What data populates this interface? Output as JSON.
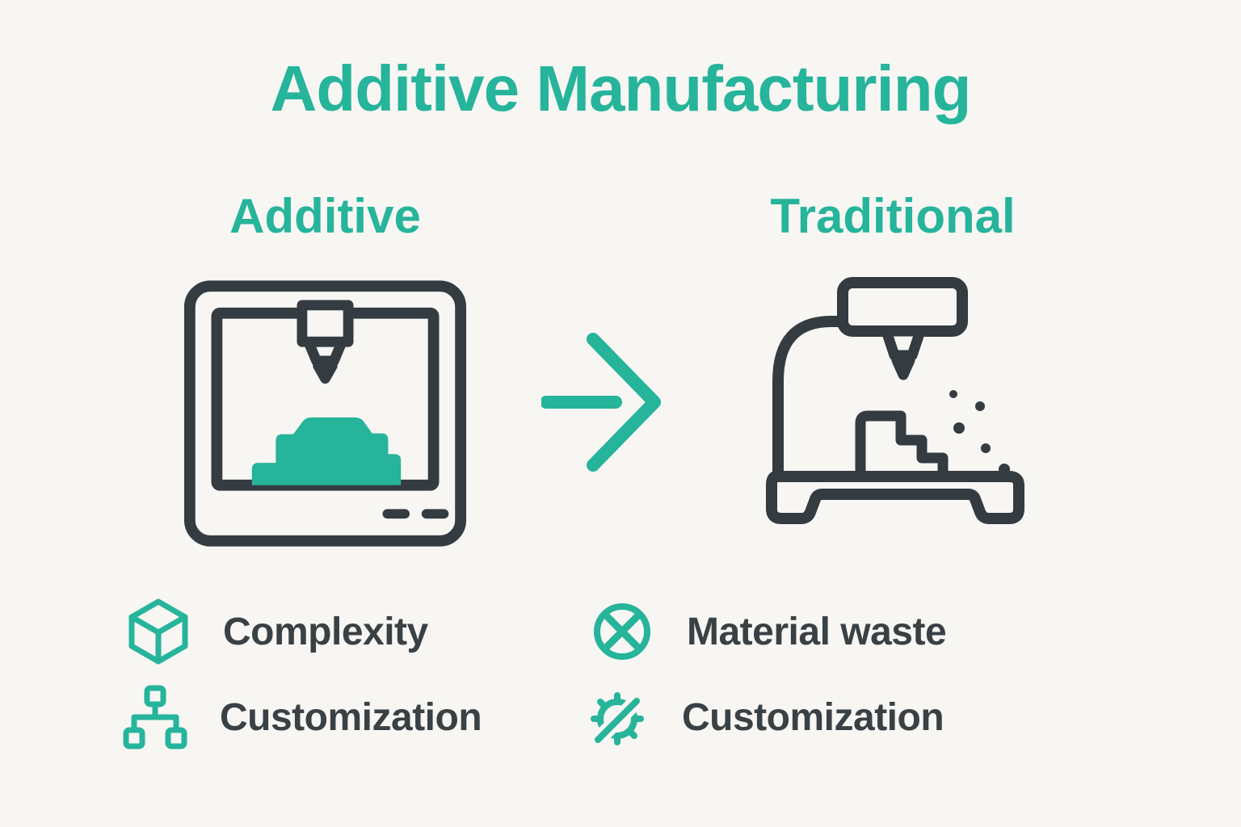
{
  "title": "Additive Manufacturing",
  "colors": {
    "accent": "#26B49B",
    "ink": "#343B41",
    "background": "#F7F6F3"
  },
  "columns": {
    "left": {
      "heading": "Additive",
      "icon": "3d-printer-icon"
    },
    "right": {
      "heading": "Traditional",
      "icon": "milling-machine-icon"
    }
  },
  "arrow": {
    "icon": "right-arrow-icon"
  },
  "features": {
    "left": [
      {
        "icon": "cube-icon",
        "label": "Complexity"
      },
      {
        "icon": "network-icon",
        "label": "Customization"
      }
    ],
    "right": [
      {
        "icon": "crossed-circle-icon",
        "label": "Material waste"
      },
      {
        "icon": "gear-wrench-icon",
        "label": "Customization"
      }
    ]
  }
}
